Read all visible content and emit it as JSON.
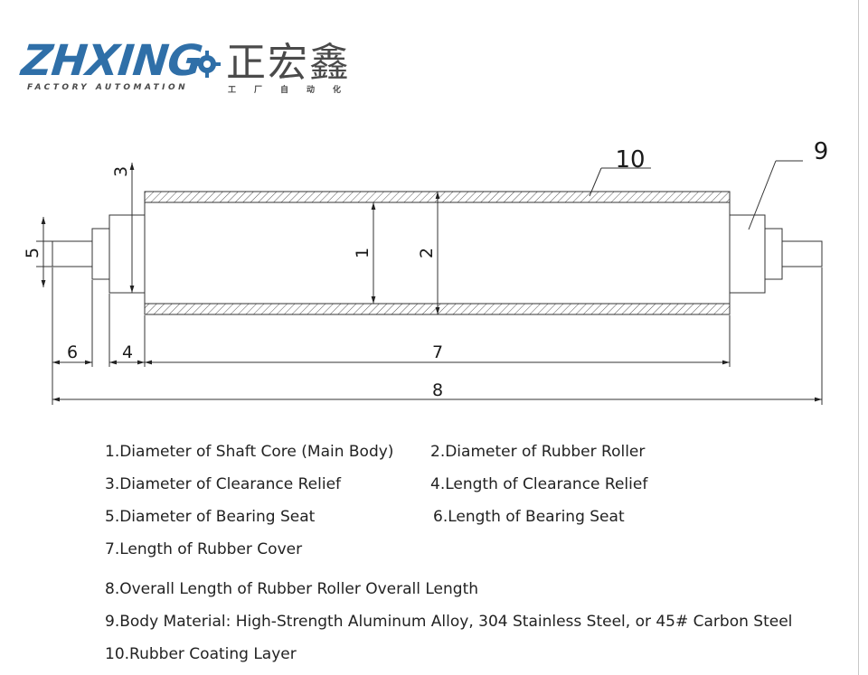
{
  "logo": {
    "wordmark": "ZHXING",
    "chinese": "正宏鑫",
    "tagline": "FACTORY AUTOMATION",
    "tagline_cn": "工厂自动化",
    "brand_color": "#2f6fa8",
    "gear_icon": "gear-icon"
  },
  "drawing": {
    "labels": {
      "d1": "1",
      "d2": "2",
      "d3": "3",
      "d4": "4",
      "d5": "5",
      "d6": "6",
      "d7": "7",
      "d8": "8",
      "c9": "9",
      "c10": "10"
    }
  },
  "legend": {
    "item1": "1.Diameter of Shaft Core (Main Body)",
    "item2": "2.Diameter of Rubber Roller",
    "item3": "3.Diameter of Clearance Relief",
    "item4": "4.Length of Clearance Relief",
    "item5": "5.Diameter of Bearing Seat",
    "item6": "6.Length of Bearing Seat",
    "item7": "7.Length of Rubber Cover",
    "item8": "8.Overall Length of Rubber Roller Overall Length",
    "item9": "9.Body Material: High-Strength Aluminum Alloy, 304 Stainless Steel, or 45# Carbon Steel",
    "item10": "10.Rubber Coating Layer"
  }
}
